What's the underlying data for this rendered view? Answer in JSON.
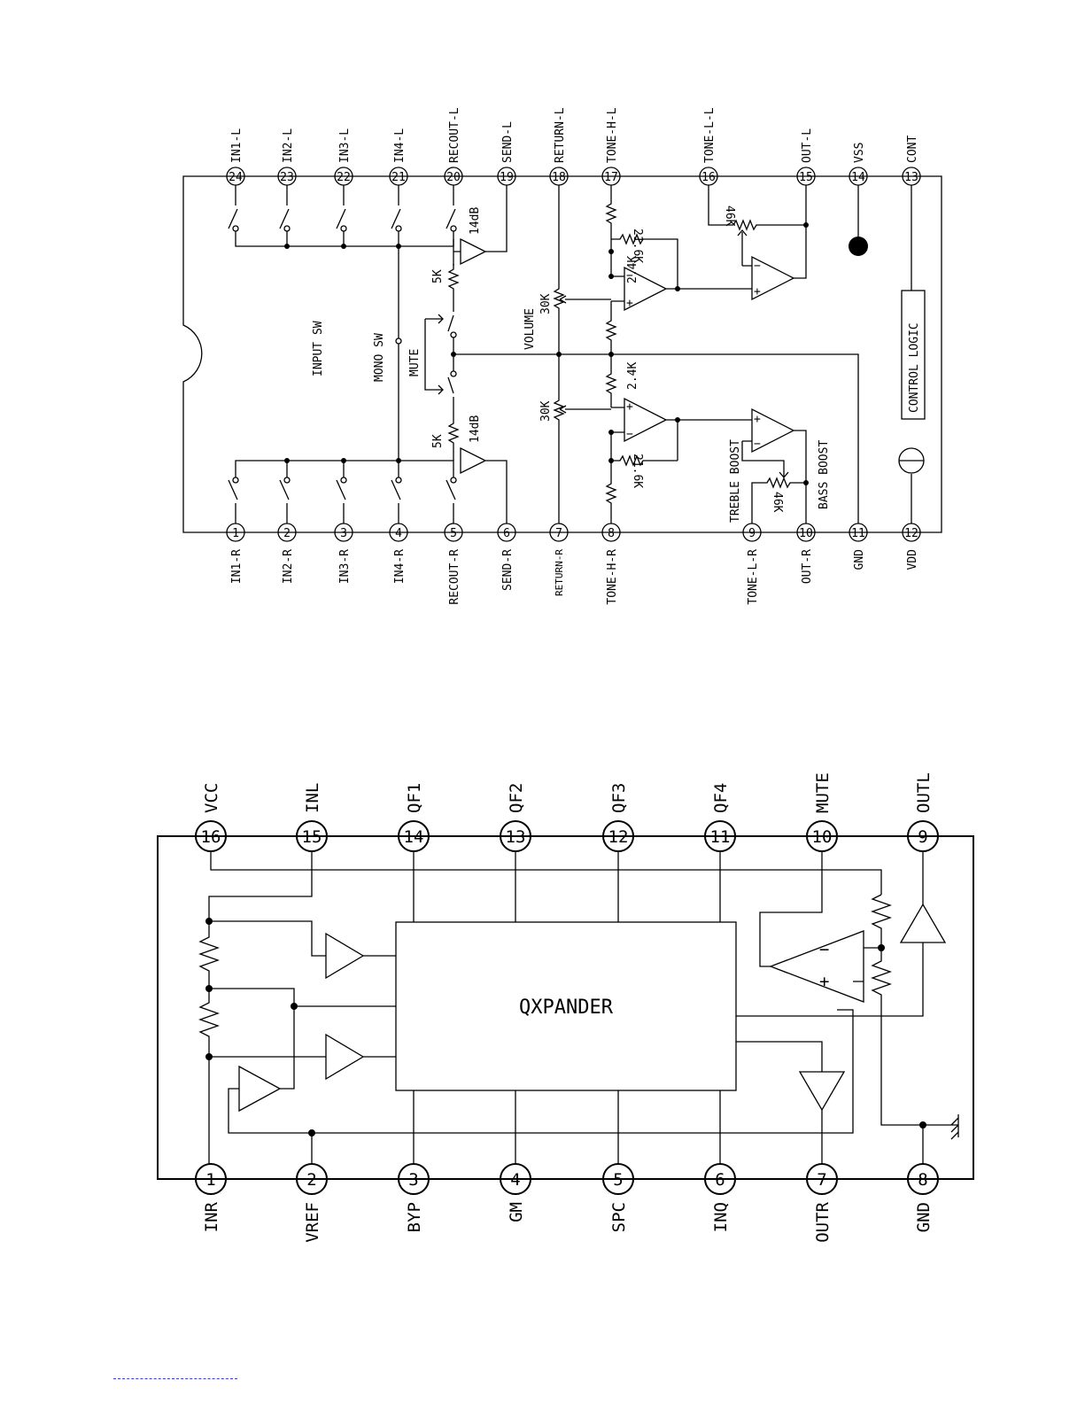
{
  "diagram1": {
    "top_pins": [
      {
        "num": "24",
        "name": "IN1-L"
      },
      {
        "num": "23",
        "name": "IN2-L"
      },
      {
        "num": "22",
        "name": "IN3-L"
      },
      {
        "num": "21",
        "name": "IN4-L"
      },
      {
        "num": "20",
        "name": "RECOUT-L"
      },
      {
        "num": "19",
        "name": "SEND-L"
      },
      {
        "num": "18",
        "name": "RETURN-L"
      },
      {
        "num": "17",
        "name": "TONE-H-L"
      },
      {
        "num": "16",
        "name": "TONE-L-L"
      },
      {
        "num": "15",
        "name": "OUT-L"
      },
      {
        "num": "14",
        "name": "VSS"
      },
      {
        "num": "13",
        "name": "CONT"
      }
    ],
    "bottom_pins": [
      {
        "num": "1",
        "name": "IN1-R"
      },
      {
        "num": "2",
        "name": "IN2-R"
      },
      {
        "num": "3",
        "name": "IN3-R"
      },
      {
        "num": "4",
        "name": "IN4-R"
      },
      {
        "num": "5",
        "name": "RECOUT-R"
      },
      {
        "num": "6",
        "name": "SEND-R"
      },
      {
        "num": "7",
        "name": "RETURN-R"
      },
      {
        "num": "8",
        "name": "TONE-H-R"
      },
      {
        "num": "9",
        "name": "TONE-L-R"
      },
      {
        "num": "10",
        "name": "OUT-R"
      },
      {
        "num": "11",
        "name": "GND"
      },
      {
        "num": "12",
        "name": "VDD"
      }
    ],
    "labels": {
      "input_sw": "INPUT SW",
      "mono_sw": "MONO SW",
      "mute": "MUTE",
      "volume": "VOLUME",
      "control_logic": "CONTROL LOGIC",
      "treble_boost": "TREBLE BOOST",
      "bass_boost": "BASS BOOST",
      "gain_14db": "14dB",
      "r_5k": "5K",
      "r_30k": "30K",
      "r_2_4k": "2.4K",
      "r_21_6k": "21.6K",
      "r_46k": "46K"
    }
  },
  "diagram2": {
    "top_pins": [
      {
        "num": "16",
        "name": "VCC"
      },
      {
        "num": "15",
        "name": "INL"
      },
      {
        "num": "14",
        "name": "QF1"
      },
      {
        "num": "13",
        "name": "QF2"
      },
      {
        "num": "12",
        "name": "QF3"
      },
      {
        "num": "11",
        "name": "QF4"
      },
      {
        "num": "10",
        "name": "MUTE"
      },
      {
        "num": "9",
        "name": "OUTL"
      }
    ],
    "bottom_pins": [
      {
        "num": "1",
        "name": "INR"
      },
      {
        "num": "2",
        "name": "VREF"
      },
      {
        "num": "3",
        "name": "BYP"
      },
      {
        "num": "4",
        "name": "GM"
      },
      {
        "num": "5",
        "name": "SPC"
      },
      {
        "num": "6",
        "name": "INQ"
      },
      {
        "num": "7",
        "name": "OUTR"
      },
      {
        "num": "8",
        "name": "GND"
      }
    ],
    "block_label": "QXPANDER",
    "opamp_minus": "−",
    "opamp_plus": "+"
  }
}
